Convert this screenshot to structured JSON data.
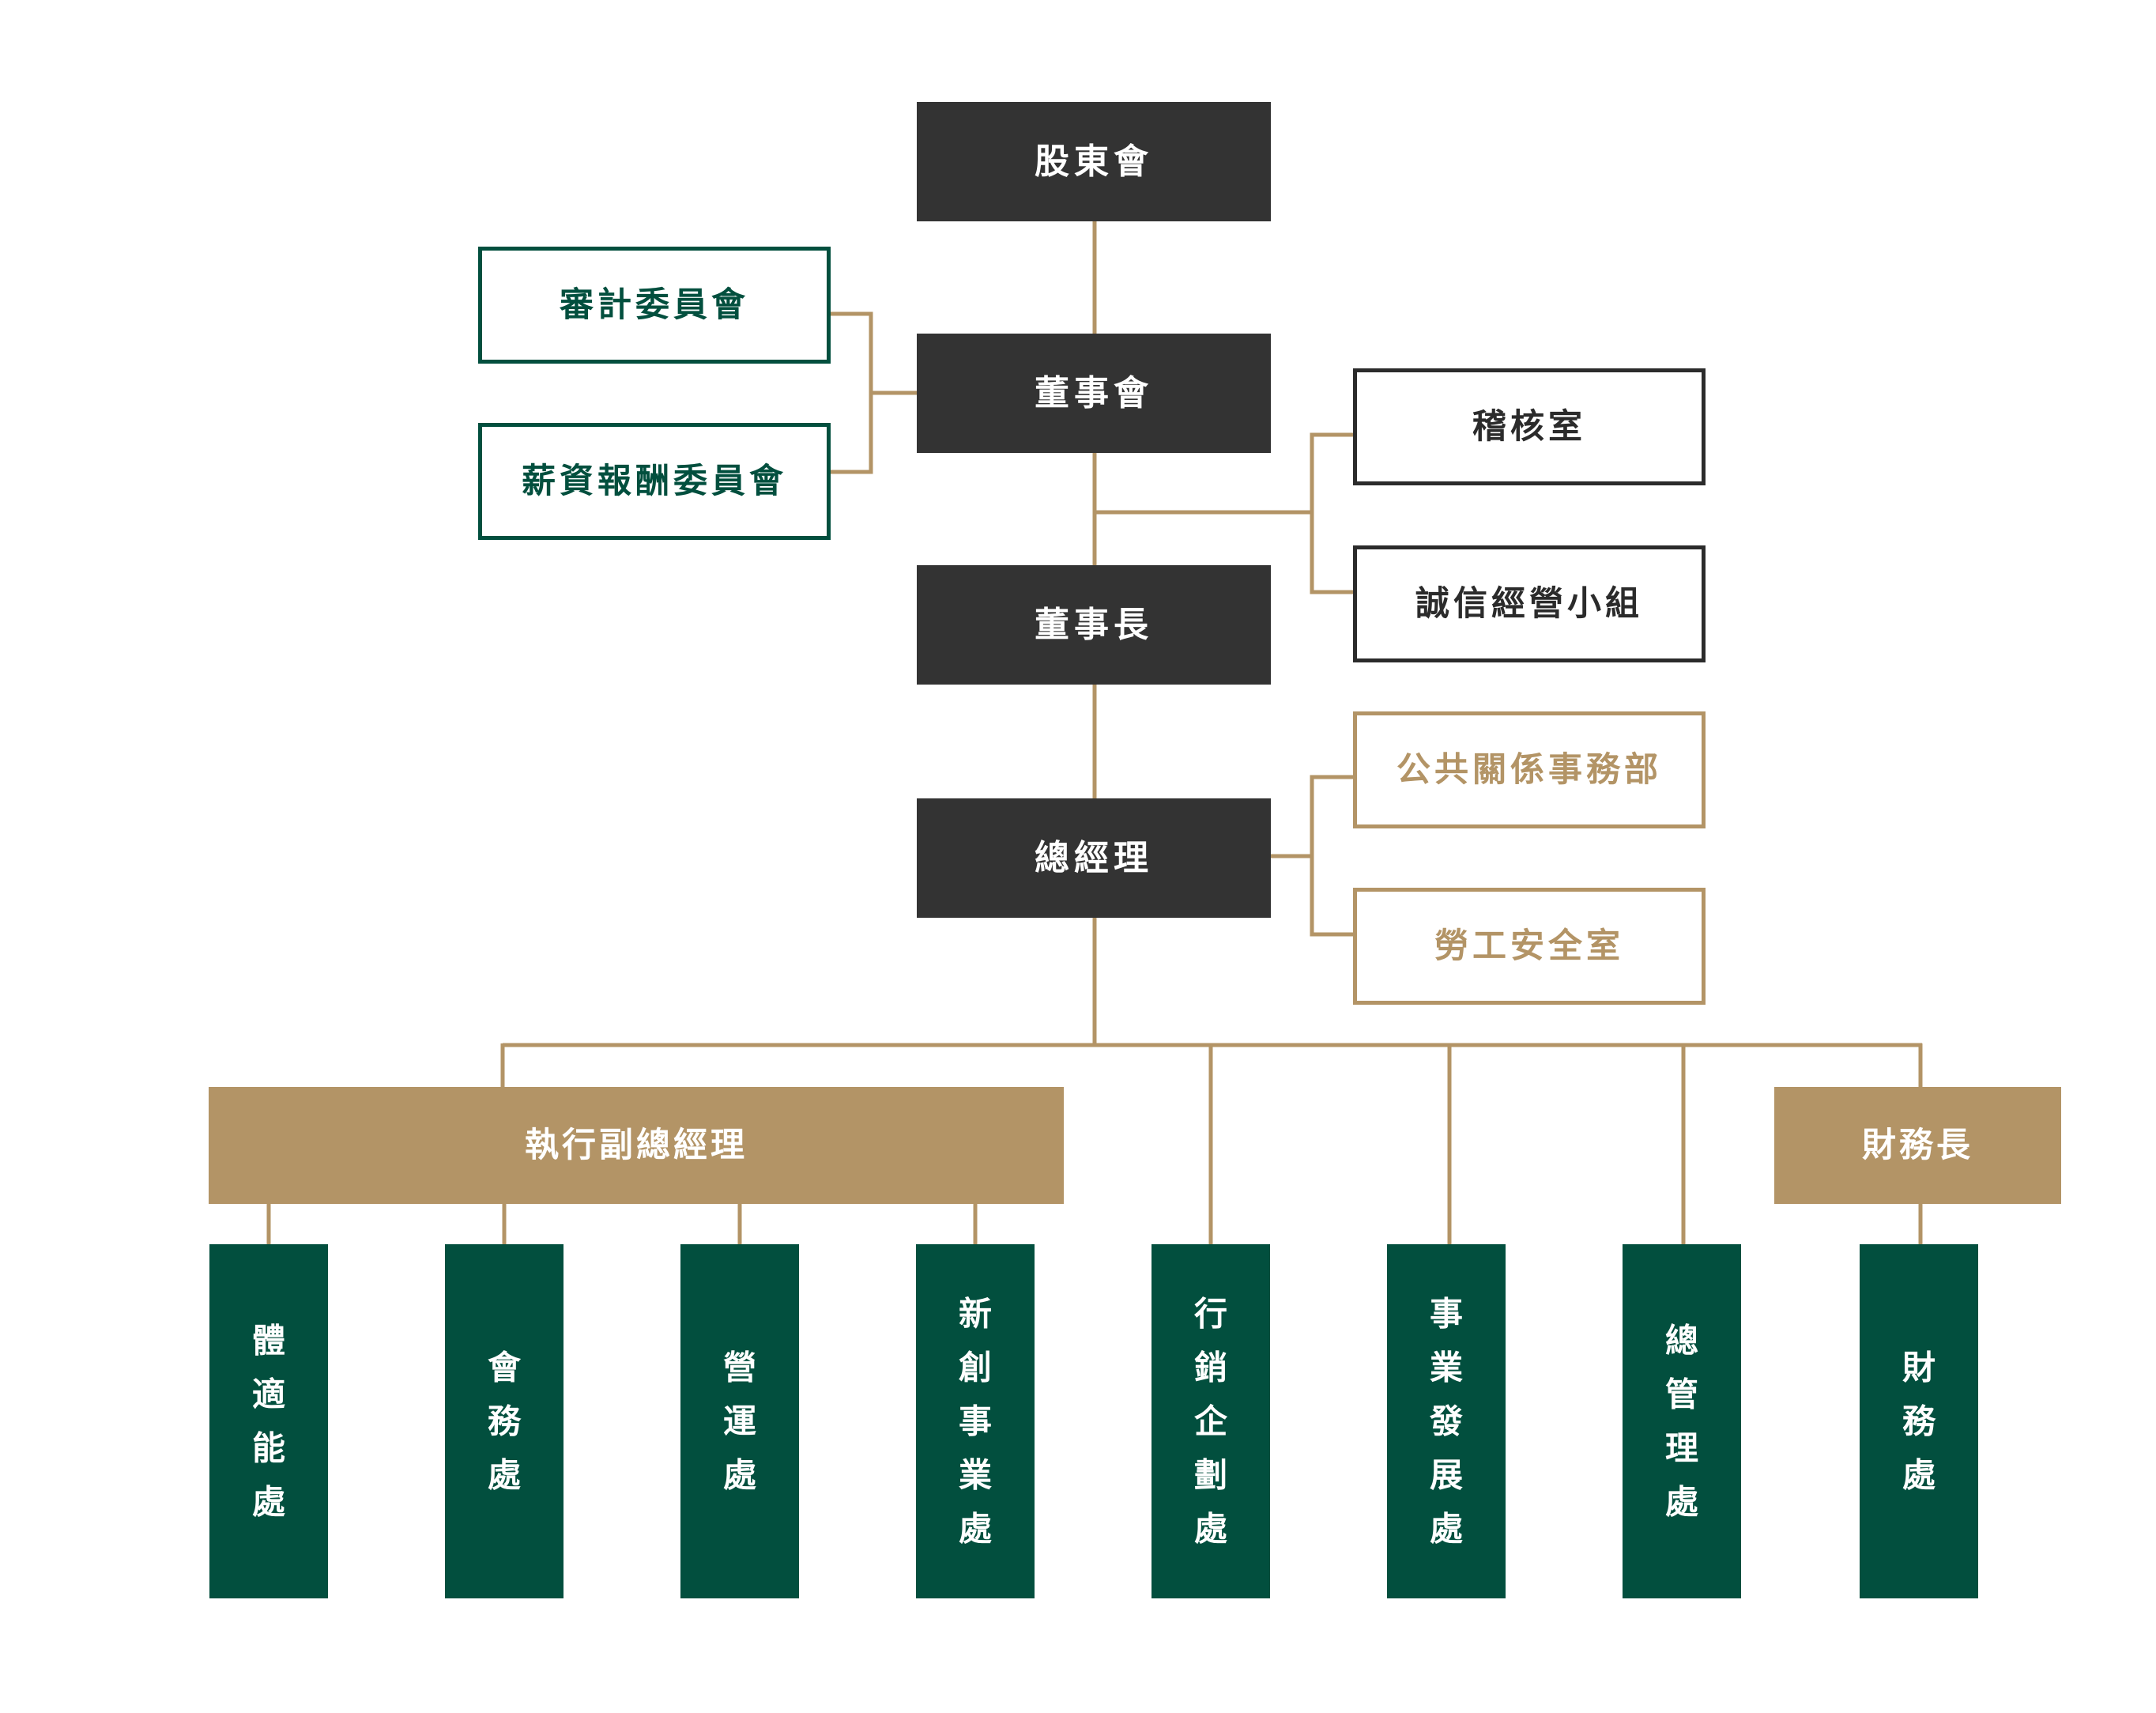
{
  "colors": {
    "dark": "#333333",
    "green": "#024f3e",
    "gold": "#b39466",
    "line": "#b39466",
    "white": "#ffffff",
    "black_border": "#2b2b2b"
  },
  "nodes": {
    "shareholders": "股東會",
    "board": "董事會",
    "chairman": "董事長",
    "president": "總經理",
    "audit_committee": "審計委員會",
    "compensation_committee": "薪資報酬委員會",
    "internal_audit": "稽核室",
    "integrity_team": "誠信經營小組",
    "public_relations": "公共關係事務部",
    "labor_safety": "勞工安全室",
    "executive_vp": "執行副總經理",
    "cfo": "財務長"
  },
  "departments": [
    "體適能處",
    "會務處",
    "營運處",
    "新創事業處",
    "行銷企劃處",
    "事業發展處",
    "總管理處",
    "財務處"
  ]
}
